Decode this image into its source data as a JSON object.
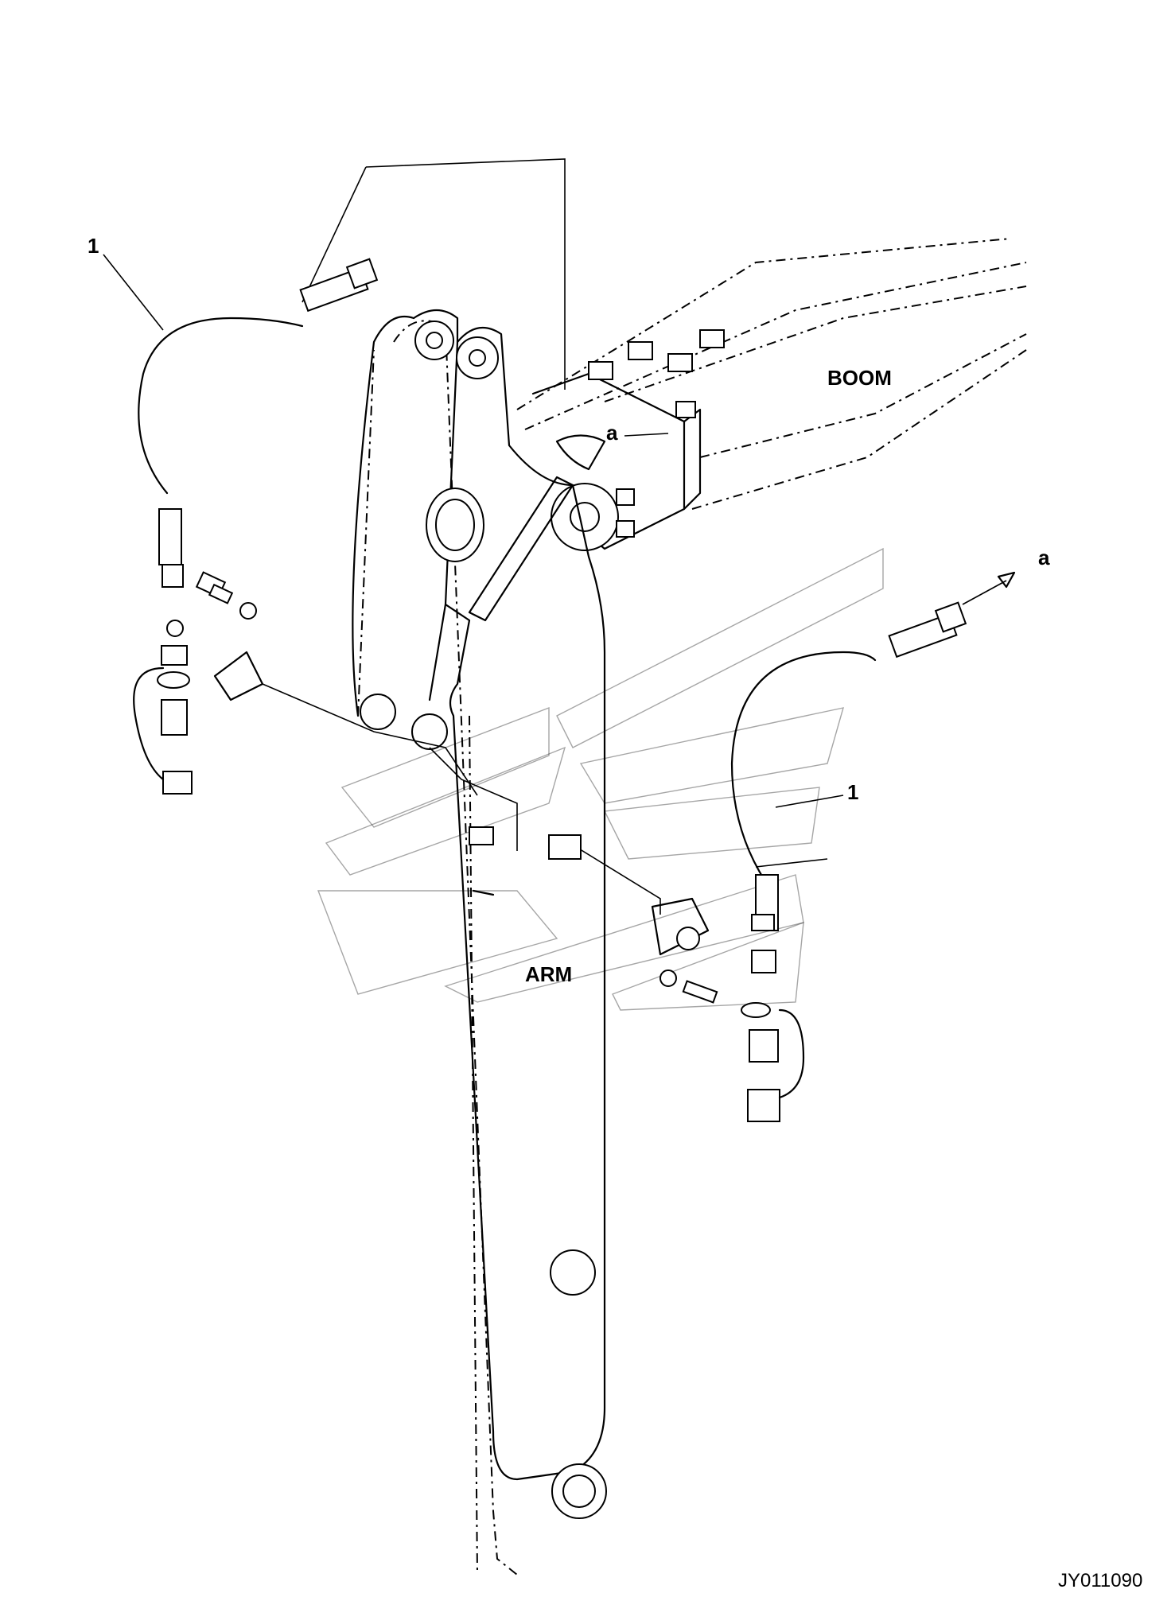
{
  "diagram": {
    "labels": {
      "boom": "BOOM",
      "arm": "ARM",
      "callout_a_upper": "a",
      "callout_a_right": "a",
      "callout_1_left": "1",
      "callout_1_right": "1"
    },
    "figure_code": "JY011090"
  }
}
